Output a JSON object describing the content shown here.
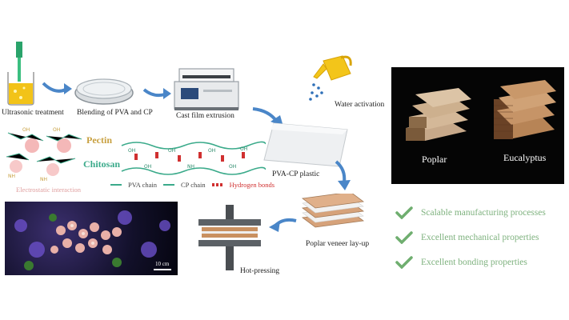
{
  "steps": {
    "ultrasonic": "Ultrasonic treatment",
    "blending": "Blending of PVA and CP",
    "extrusion": "Cast film extrusion",
    "water": "Water activation",
    "plastic": "PVA-CP plastic",
    "layup": "Poplar veneer lay-up",
    "hotpress": "Hot-pressing"
  },
  "molecular": {
    "pectin": "Pectin",
    "chitosan": "Chitosan",
    "electrostatic": "Electrostatic interaction",
    "legend": {
      "pva": "PVA chain",
      "cp": "CP chain",
      "hbond": "Hydrogen bonds"
    }
  },
  "photo": {
    "poplar": "Poplar",
    "eucalyptus": "Eucalyptus",
    "scale": "10 cm"
  },
  "benefits": [
    "Scalable manufacturing processes",
    "Excellent mechanical properties",
    "Excellent bonding properties"
  ],
  "colors": {
    "arrow": "#4a86c8",
    "check": "#6fae6f",
    "pectin": "#c8a040",
    "chitosan": "#3aaa8a",
    "hbond": "#d03030"
  }
}
